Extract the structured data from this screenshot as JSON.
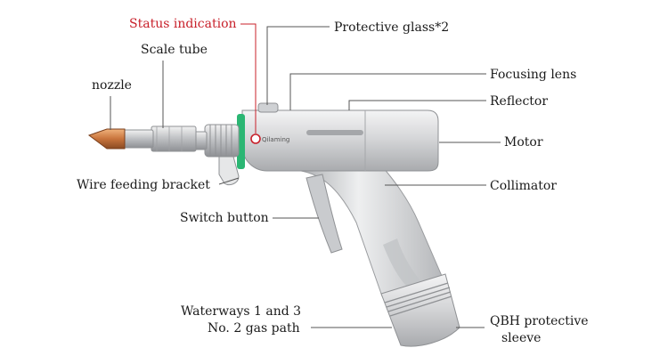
{
  "labels": {
    "status_indication": "Status indication",
    "protective_glass": "Protective glass*2",
    "scale_tube": "Scale tube",
    "focusing_lens": "Focusing lens",
    "nozzle": "nozzle",
    "reflector": "Reflector",
    "motor": "Motor",
    "wire_feeding_bracket": "Wire feeding bracket",
    "collimator": "Collimator",
    "switch_button": "Switch button",
    "waterways": "Waterways 1 and 3",
    "gas_path": "No. 2 gas path",
    "qbh_line1": "QBH protective",
    "qbh_line2": "sleeve"
  },
  "brand_text": "Qilaming",
  "colors": {
    "status_label": "#c8202a",
    "status_ring": "#2bb673",
    "copper_nozzle": "#c8743c",
    "body_metal": "#d9dadc",
    "leader_line": "#555555"
  }
}
